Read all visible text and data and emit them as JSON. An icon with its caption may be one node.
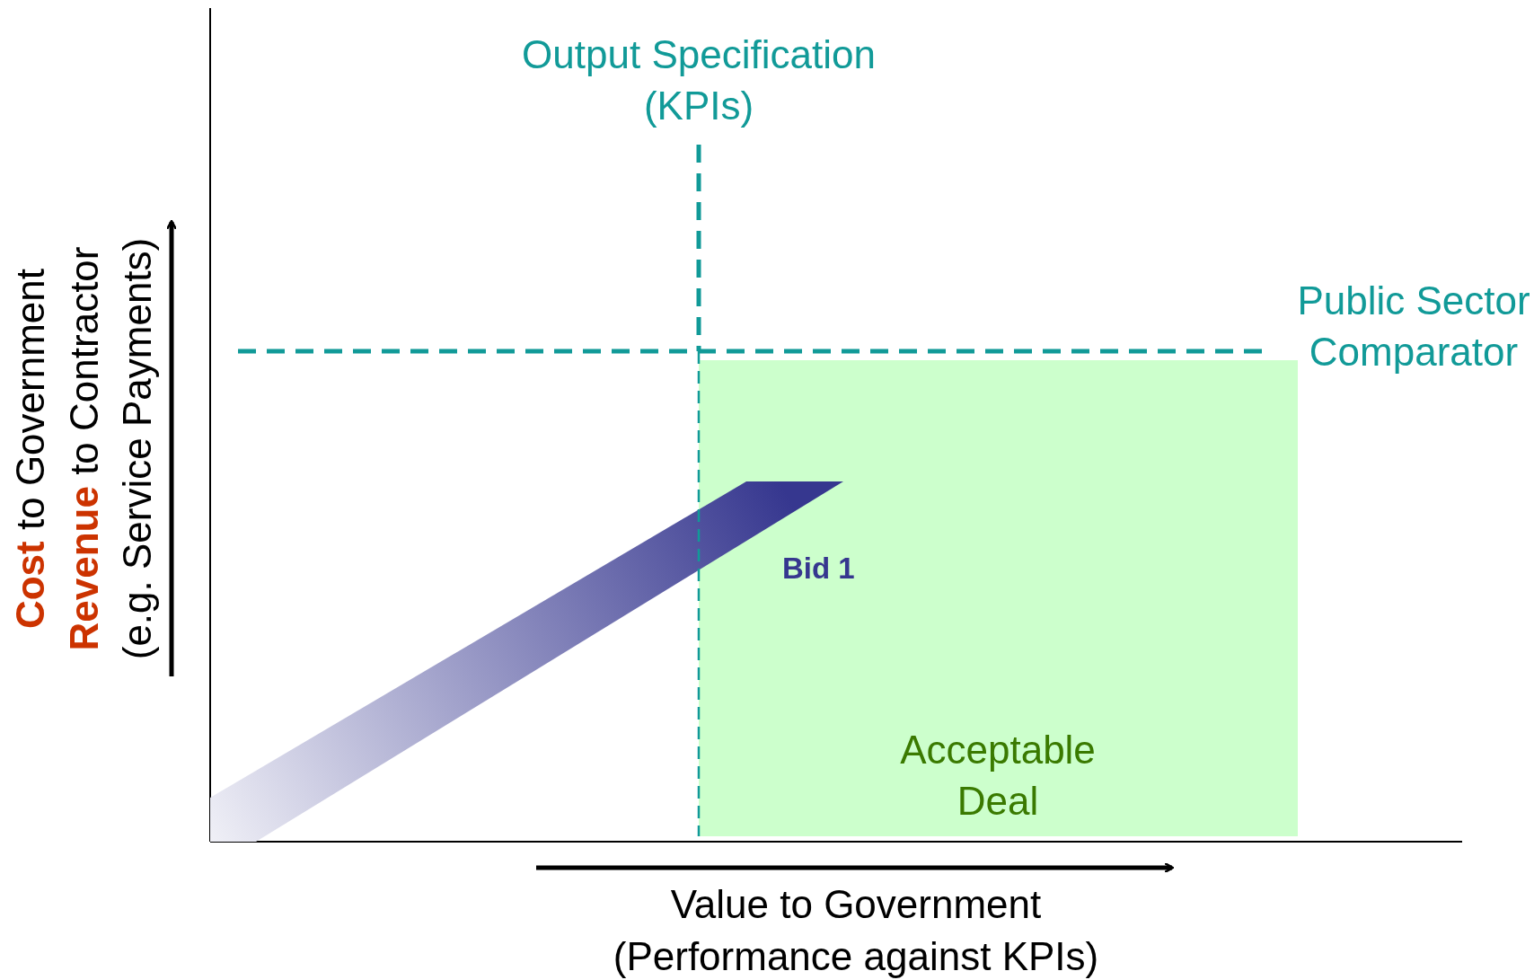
{
  "diagram": {
    "nodes": [
      {
        "text": [
          "Acceptable Deal"
        ]
      },
      {
        "text": [],
        "shape": "bar",
        "beside": [
          "Bid 1"
        ]
      }
    ],
    "labels": [
      "Output Specification (KPIs)",
      "Public Sector Comparator",
      "**Cost** to Government",
      "**Revenue** to Contractor",
      "(e.g. Service Payments)",
      "Value to Government",
      "(Performance against KPIs)"
    ]
  }
}
